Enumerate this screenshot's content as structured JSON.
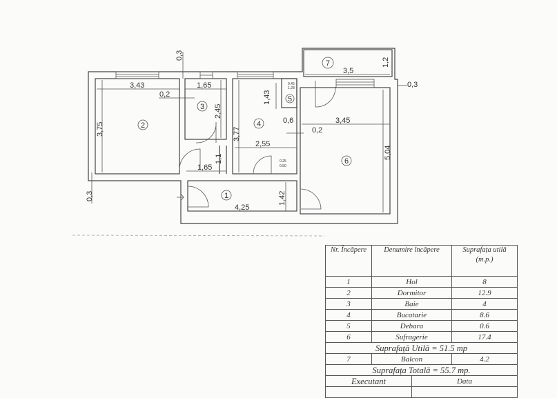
{
  "plan": {
    "rooms": [
      {
        "nr": "1"
      },
      {
        "nr": "2"
      },
      {
        "nr": "3"
      },
      {
        "nr": "4"
      },
      {
        "nr": "5"
      },
      {
        "nr": "6"
      },
      {
        "nr": "7"
      }
    ],
    "dimensions": {
      "d_343": "3,43",
      "d_02a": "0,2",
      "d_165a": "1,65",
      "d_245": "2,45",
      "d_375": "3,75",
      "d_03a": "0,3",
      "d_03b": "0,3",
      "d_03c": "0,3",
      "d_35": "3,5",
      "d_12": "1,2",
      "d_143": "1,43",
      "d_377": "3,77",
      "d_06": "0,6",
      "d_345": "3,45",
      "d_02b": "0,2",
      "d_255": "2,55",
      "d_504": "5,04",
      "d_11": "1,1",
      "d_165b": "1,65",
      "d_142": "1,42",
      "d_425": "4,25",
      "small_5_top": "0.45",
      "small_5_bottom": "1.28",
      "small_duct_top": "0.25",
      "small_duct_bottom": "0.50"
    }
  },
  "table": {
    "headers": [
      "Nr. Încăpere",
      "Denumire încăpere",
      "Suprafața utilă (m.p.)"
    ],
    "rows": [
      [
        "1",
        "Hol",
        "8"
      ],
      [
        "2",
        "Dormitor",
        "12.9"
      ],
      [
        "3",
        "Baie",
        "4"
      ],
      [
        "4",
        "Bucatarie",
        "8.6"
      ],
      [
        "5",
        "Debara",
        "0.6"
      ],
      [
        "6",
        "Sufragerie",
        "17.4"
      ]
    ],
    "useful_total": "Suprafață Utilă = 51.5 mp",
    "balcony": [
      "7",
      "Balcon",
      "4.2"
    ],
    "grand_total": "Suprafața Totală = 55.7 mp.",
    "executant": "Executant",
    "date": "Data"
  }
}
